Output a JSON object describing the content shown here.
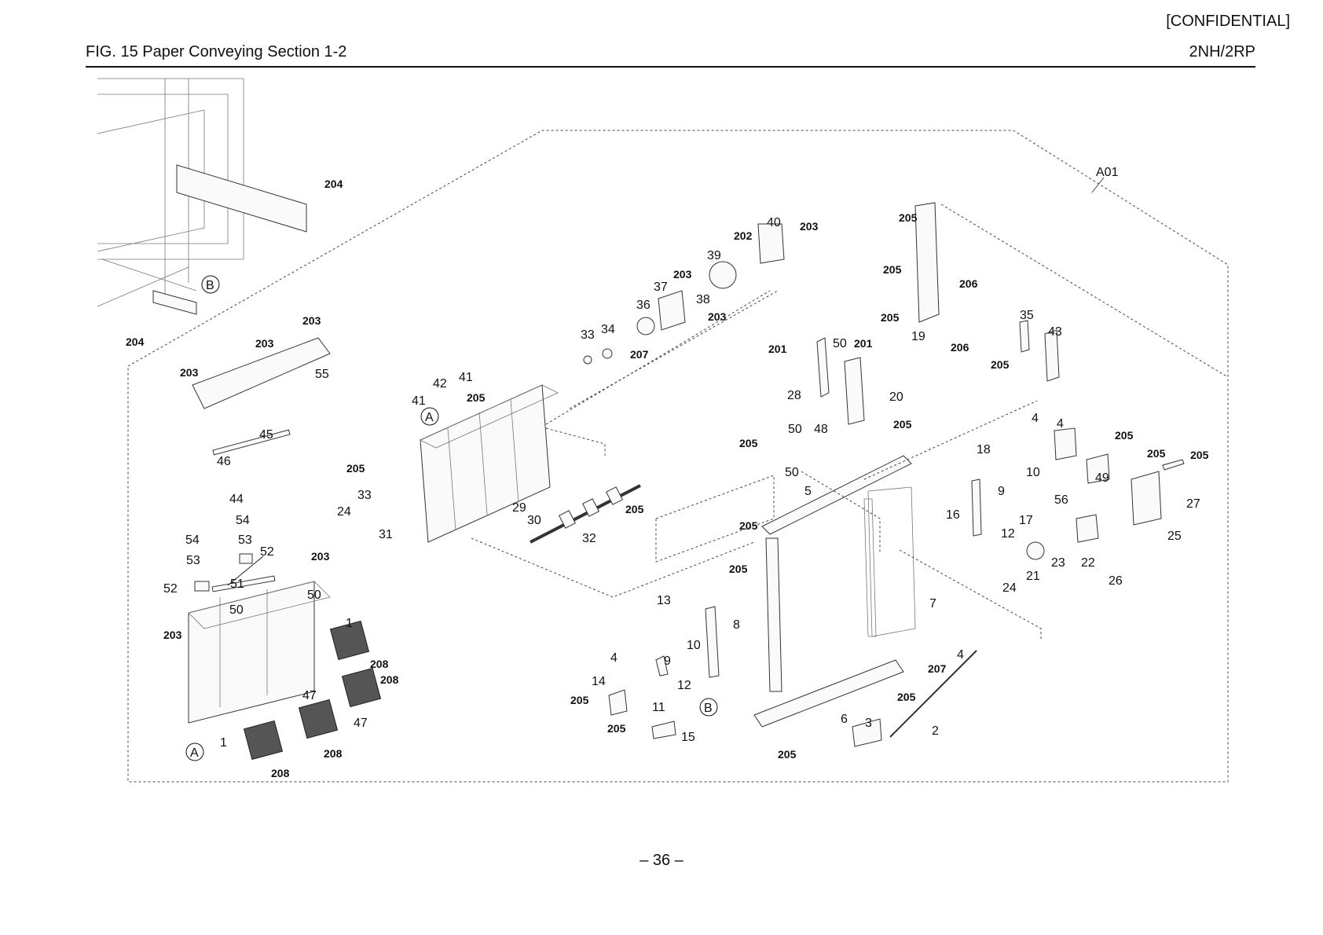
{
  "header": {
    "confidential": "[CONFIDENTIAL]",
    "figure_title": "FIG.  15  Paper Conveying Section 1-2",
    "model_code": "2NH/2RP"
  },
  "footer": {
    "page_number": "– 36 –"
  },
  "diagram": {
    "assembly_label": "A01",
    "reference_markers": [
      "A",
      "B"
    ],
    "callouts": [
      "1",
      "2",
      "3",
      "4",
      "5",
      "6",
      "7",
      "8",
      "9",
      "10",
      "11",
      "12",
      "13",
      "14",
      "15",
      "16",
      "17",
      "18",
      "19",
      "20",
      "21",
      "22",
      "23",
      "24",
      "25",
      "26",
      "27",
      "28",
      "29",
      "30",
      "31",
      "32",
      "33",
      "34",
      "35",
      "36",
      "37",
      "38",
      "39",
      "40",
      "41",
      "42",
      "43",
      "44",
      "45",
      "46",
      "47",
      "48",
      "49",
      "50",
      "51",
      "52",
      "53",
      "54",
      "55",
      "56",
      "201",
      "202",
      "203",
      "204",
      "205",
      "206",
      "207",
      "208"
    ]
  }
}
